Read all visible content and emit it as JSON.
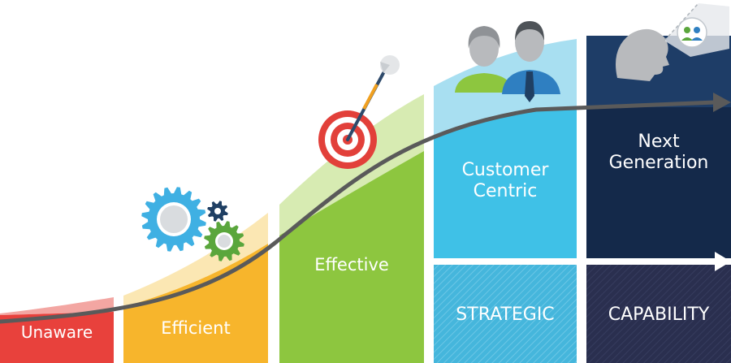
{
  "stages": [
    {
      "id": "unaware",
      "label": "Unaware",
      "color": "#e8413c",
      "pale": "#f3a6a2"
    },
    {
      "id": "efficient",
      "label": "Efficient",
      "color": "#f7b52c",
      "pale": "#fbe7b3"
    },
    {
      "id": "effective",
      "label": "Effective",
      "color": "#8dc63f",
      "pale": "#d7ebb2"
    },
    {
      "id": "customer-centric",
      "label": "Customer\nCentric",
      "color": "#3fc1e7",
      "pale": "#a8dff1"
    },
    {
      "id": "next-generation",
      "label": "Next\nGeneration",
      "color": "#14294a",
      "pale": "#1e3d67"
    }
  ],
  "bands": [
    {
      "id": "strategic",
      "label": "STRATEGIC",
      "color": "#4ab9de"
    },
    {
      "id": "capability",
      "label": "CAPABILITY",
      "color": "#2b3050"
    }
  ],
  "colors": {
    "arrow": "#5a5a5a",
    "gear_blue": "#3fb0e3",
    "gear_green": "#5aa63c",
    "gear_navy": "#1f3f63",
    "target_red": "#e2403a",
    "person_grey": "#b8babd"
  },
  "icons": [
    "gears-icon",
    "target-icon",
    "people-icon",
    "thinking-head-icon"
  ]
}
